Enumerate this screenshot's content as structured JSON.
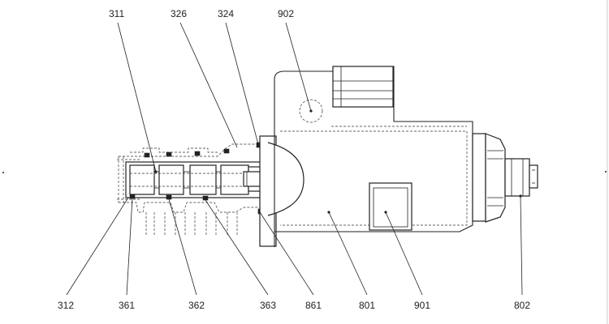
{
  "labels": {
    "l311": "311",
    "l326": "326",
    "l324": "324",
    "l902": "902",
    "l312": "312",
    "l361": "361",
    "l362": "362",
    "l363": "363",
    "l861": "861",
    "l801": "801",
    "l901": "901",
    "l802": "802"
  }
}
